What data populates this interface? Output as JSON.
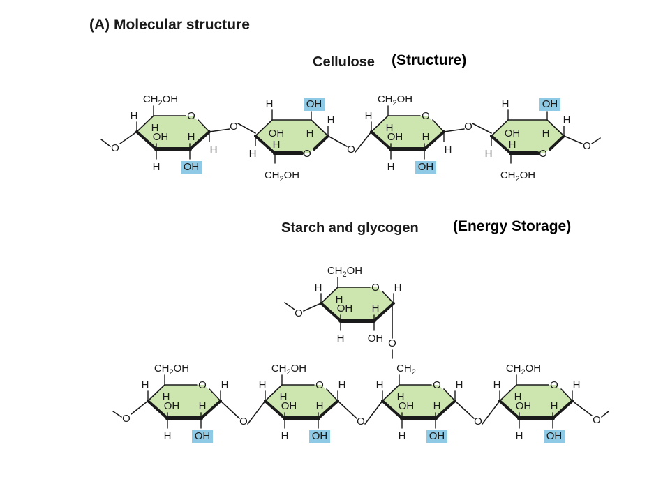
{
  "panel_title": "(A)  Molecular structure",
  "sections": {
    "cellulose": {
      "title": "Cellulose",
      "note": "(Structure)"
    },
    "starch": {
      "title": "Starch and glycogen",
      "note": "(Energy Storage)"
    }
  },
  "atoms": {
    "ch2oh_main": "CH",
    "ch2oh_sub": "2",
    "ch2oh_tail": "OH",
    "ch2_main": "CH",
    "ch2_sub": "2",
    "h": "H",
    "oh": "OH",
    "o": "O"
  },
  "colors": {
    "ring_fill": "#cde6b0",
    "highlight": "#8ecae6",
    "bond": "#1a1a1a"
  }
}
